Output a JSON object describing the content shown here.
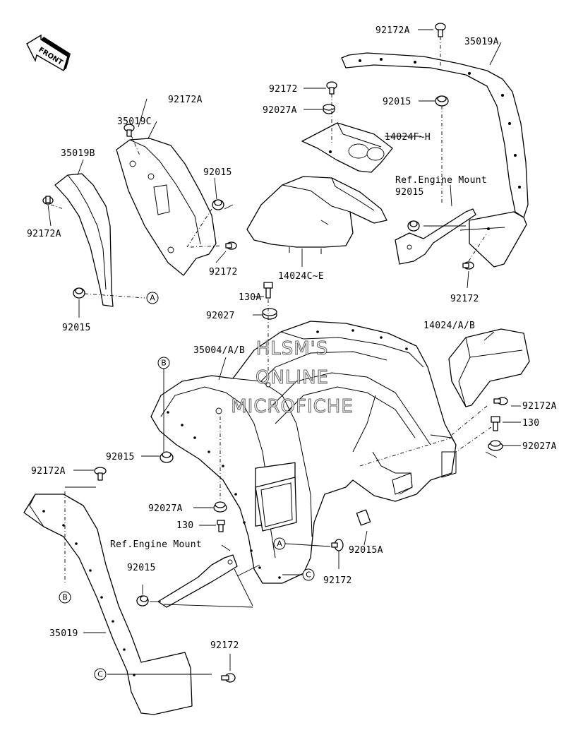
{
  "diagram": {
    "front_label": "FRONT",
    "watermark": [
      "HLSM'S",
      "ONLINE",
      "MICROFICHE"
    ],
    "labels": {
      "p92172A_top": "92172A",
      "p35019A": "35019A",
      "p92172_a": "92172",
      "p92027A_a": "92027A",
      "p14024FH": "14024F~H",
      "p92015_a": "92015",
      "p92172A_c": "92172A",
      "p35019C": "35019C",
      "p35019B": "35019B",
      "p92015_b": "92015",
      "p92172A_b": "92172A",
      "refEngineMount_a": "Ref.Engine Mount",
      "p92015_c": "92015",
      "p92172_b": "92172",
      "p14024CE": "14024C~E",
      "p92172_c": "92172",
      "p92015_d": "92015",
      "p130A": "130A",
      "p92027": "92027",
      "p14024AB": "14024/A/B",
      "p35004AB": "35004/A/B",
      "p92172A_d": "92172A",
      "p130_a": "130",
      "p92027A_b": "92027A",
      "p92015_e": "92015",
      "p92172A_e": "92172A",
      "p92027A_c": "92027A",
      "p130_b": "130",
      "refEngineMount_b": "Ref.Engine Mount",
      "p92015A": "92015A",
      "p92015_f": "92015",
      "p92172_d": "92172",
      "p35019": "35019",
      "p92172_e": "92172"
    },
    "callouts": {
      "A": "A",
      "B": "B",
      "C": "C"
    }
  }
}
